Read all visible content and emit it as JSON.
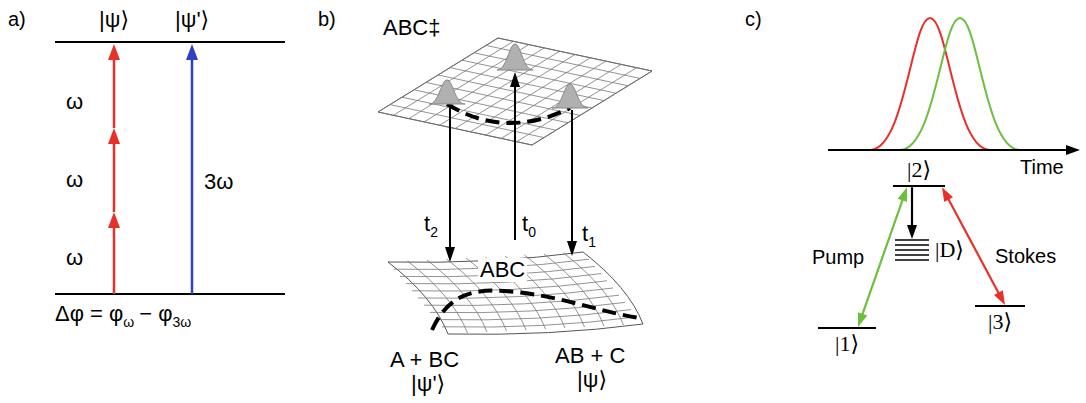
{
  "diagram": {
    "nodes": [
      {
        "text": [
          "|2⟩"
        ]
      },
      {
        "text": [
          "|D⟩"
        ]
      },
      {
        "text": [
          "|3⟩"
        ]
      },
      {
        "text": [
          "|1⟩"
        ]
      }
    ],
    "edges": [
      {
        "from": 3,
        "to": 0,
        "arrow": "both",
        "label": "Pump"
      },
      {
        "from": 2,
        "to": 0,
        "arrow": "both",
        "label": "Stokes"
      },
      {
        "from": 0,
        "to": 1,
        "arrow": "to"
      }
    ],
    "labels": [
      "a)",
      "|ψ⟩",
      "|ψ'⟩",
      "ω",
      "ω",
      "ω",
      "3ω",
      "Δφ = φ",
      "ω",
      "− φ",
      "3ω",
      "b)",
      "ABC‡",
      "t",
      "2",
      "t",
      "0",
      "t",
      "1",
      "ABC",
      "A + BC",
      "|ψ'⟩",
      "AB + C",
      "|ψ⟩",
      "c)",
      "Time"
    ]
  }
}
